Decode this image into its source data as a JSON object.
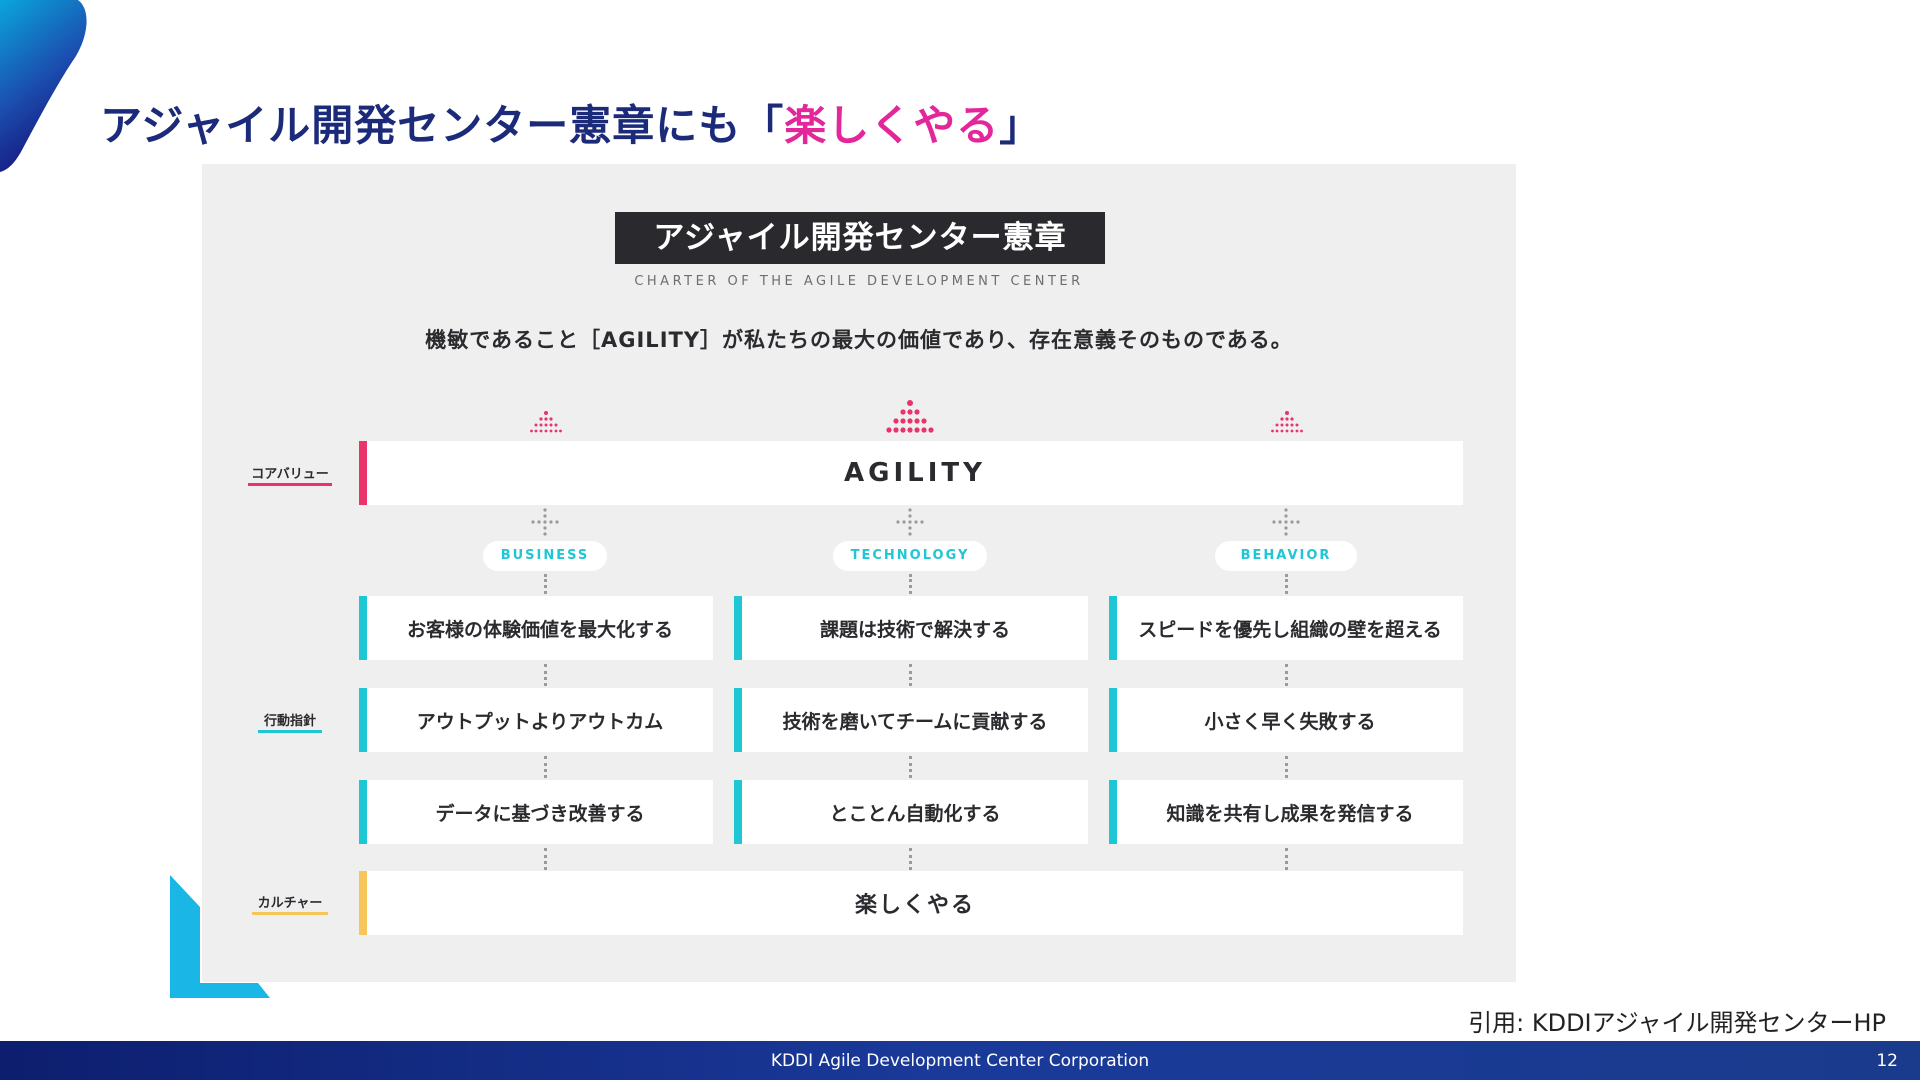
{
  "slide": {
    "title_main": "アジャイル開発センター憲章にも「",
    "title_highlight": "楽しくやる",
    "title_end": "」",
    "citation": "引用: KDDIアジャイル開発センターHP",
    "footer_text": "KDDI Agile Development Center Corporation",
    "page_number": "12"
  },
  "charter": {
    "banner": "アジャイル開発センター憲章",
    "subtitle": "CHARTER OF THE AGILE DEVELOPMENT CENTER",
    "mission": "機敏であること［AGILITY］が私たちの最大の価値であり、存在意義そのものである。",
    "labels": {
      "core_value": "コアバリュー",
      "action": "行動指針",
      "culture": "カルチャー"
    },
    "core_value": "AGILITY",
    "pillars": [
      "BUSINESS",
      "TECHNOLOGY",
      "BEHAVIOR"
    ],
    "actions": [
      [
        "お客様の体験価値を最大化する",
        "アウトプットよりアウトカム",
        "データに基づき改善する"
      ],
      [
        "課題は技術で解決する",
        "技術を磨いてチームに貢献する",
        "とことん自動化する"
      ],
      [
        "スピードを優先し組織の壁を超える",
        "小さく早く失敗する",
        "知識を共有し成果を発信する"
      ]
    ],
    "culture": "楽しくやる"
  },
  "colors": {
    "title_navy": "#1c2a7a",
    "highlight_magenta": "#e3279b",
    "core_bar": "#e8336b",
    "action_bar": "#1fc6d3",
    "culture_bar": "#f6c65a",
    "footer_navy": "#0d1e6e"
  },
  "icons": [
    "corner-blob-icon",
    "corner-accent-icon",
    "dot-pyramid-icon",
    "dot-cross-icon"
  ]
}
